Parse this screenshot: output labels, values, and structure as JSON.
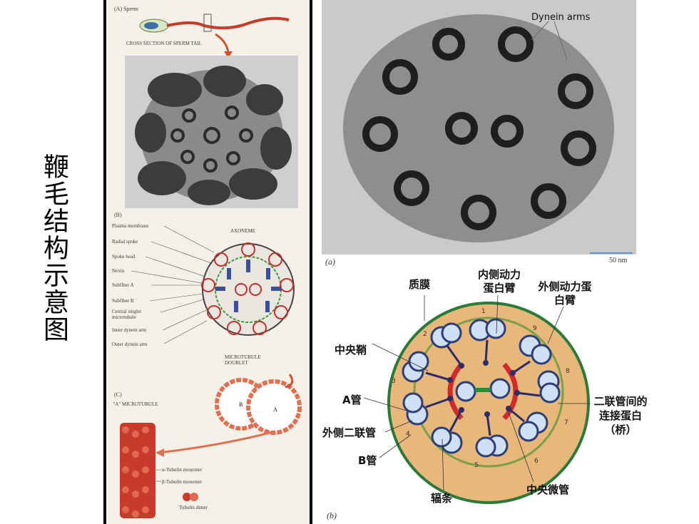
{
  "title": "鞭毛结构示意图",
  "left": {
    "label_a": "(A) Sperm",
    "cross_section": "CROSS SECTION OF SPERM TAIL",
    "label_b": "(B)",
    "axoneme": "AXONEME",
    "b_labels": [
      "Plasma membrane",
      "Radial spoke",
      "Spoke head",
      "Nexin",
      "Subfiber A",
      "Subfiber B",
      "Central singlet microtubule",
      "Inner dynein arm",
      "Outer dynein arm"
    ],
    "doublet_title": "MICROTUBULE DOUBLET",
    "doublet_a": "A",
    "doublet_b": "B",
    "label_c": "(C)",
    "a_microtubule": "\"A\" MICROTUBULE",
    "alpha": "α-Tubulin monomer",
    "beta": "β-Tubulin monomer",
    "dimer": "Tubulin dimer"
  },
  "micrograph": {
    "dynein_arms": "Dynein arms",
    "label_a": "(a)",
    "scale": "50 nm"
  },
  "diagram": {
    "label_b": "(b)",
    "labels": {
      "membrane": "质膜",
      "inner_dynein": "内侧动力蛋白臂",
      "outer_dynein": "外侧动力蛋白臂",
      "central_sheath": "中央鞘",
      "a_tubule": "A管",
      "outer_doublet": "外侧二联管",
      "b_tubule": "B管",
      "radial_spoke": "辐条",
      "central_mt": "中央微管",
      "nexin": "二联管间的连接蛋白（桥）"
    },
    "doublet_numbers": [
      "1",
      "2",
      "3",
      "4",
      "5",
      "6",
      "7",
      "8",
      "9"
    ]
  }
}
